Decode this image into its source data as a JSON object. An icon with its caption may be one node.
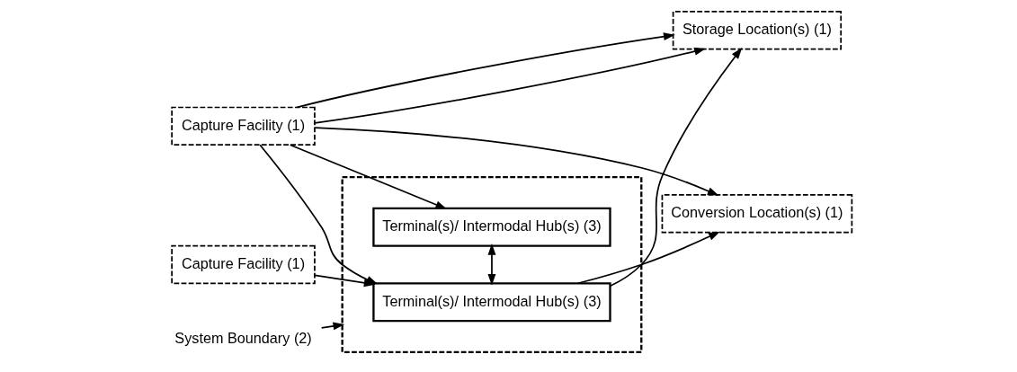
{
  "diagram": {
    "nodes": [
      {
        "text": [
          "Capture Facility (1)"
        ]
      },
      {
        "text": [
          "System Boundary (2)"
        ]
      },
      {
        "text": [],
        "shape": "box"
      },
      {
        "text": [
          "Terminal(s)/ Intermodal Hub(s) (3)"
        ],
        "in": 2
      },
      {
        "text": [
          "Capture Facility (1)"
        ]
      },
      {
        "text": [
          "Conversion Location(s) (1)"
        ]
      },
      {
        "text": [
          "Storage Location(s) (1)"
        ]
      },
      {
        "text": [
          "Terminal(s)/ Intermodal Hub(s) (3)"
        ],
        "in": 2
      }
    ],
    "edges": [
      {
        "from": 0,
        "to": 3,
        "arrow": "to"
      },
      {
        "from": 1,
        "to": 2,
        "arrow": "to"
      },
      {
        "from": 3,
        "to": 5,
        "arrow": "to"
      },
      {
        "from": 4,
        "to": 6,
        "arrow": "to"
      },
      {
        "from": 4,
        "to": 3,
        "arrow": "to"
      },
      {
        "from": 4,
        "to": 7,
        "arrow": "to"
      },
      {
        "from": 3,
        "to": 7,
        "arrow": "both"
      },
      {
        "from": 3,
        "to": 6,
        "arrow": "to"
      },
      {
        "from": 4,
        "to": 5,
        "arrow": "to"
      },
      {
        "from": 4,
        "to": 6,
        "arrow": "to"
      }
    ]
  }
}
